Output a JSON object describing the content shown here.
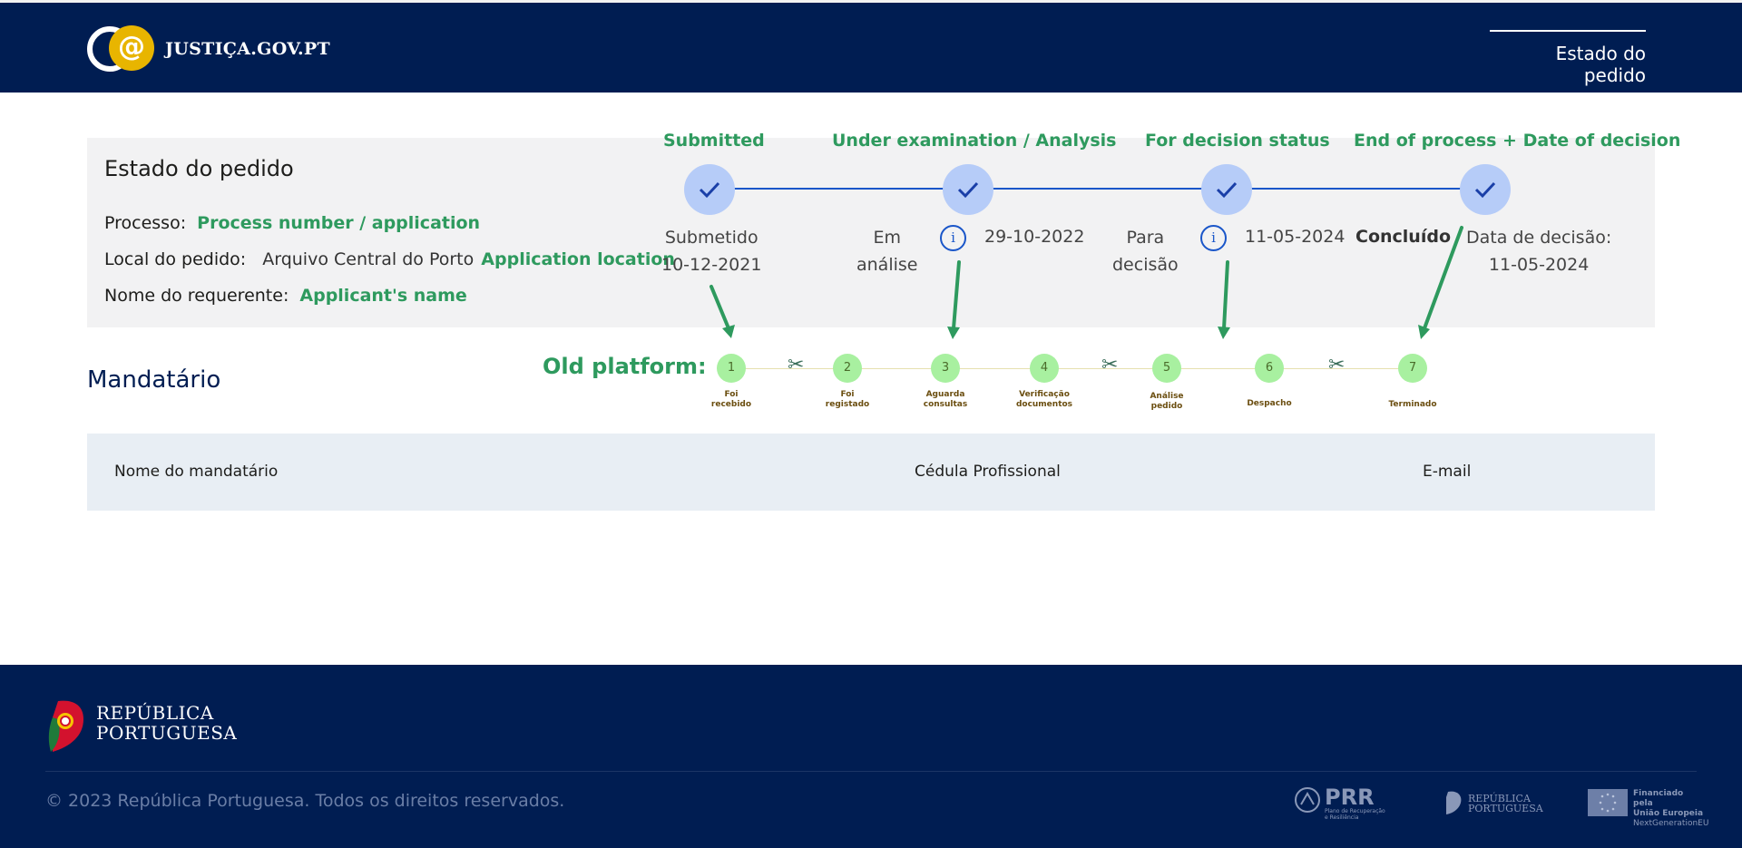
{
  "header": {
    "logo_symbol": "@",
    "logo_text": "JUSTIÇA.GOV.PT",
    "nav_link": "Estado do pedido"
  },
  "status": {
    "title": "Estado do pedido",
    "process_label": "Processo:",
    "process_annotation": "Process number / application",
    "location_label": "Local do pedido:",
    "location_value": "Arquivo Central do Porto",
    "location_annotation": "Application location",
    "applicant_label": "Nome do requerente:",
    "applicant_annotation": "Applicant's name",
    "steps": [
      {
        "heading": "Submitted",
        "label": "Submetido",
        "date": "10-12-2021"
      },
      {
        "heading": "Under examination / Analysis",
        "label_line1": "Em",
        "label_line2": "análise",
        "date": "29-10-2022"
      },
      {
        "heading": "For decision status",
        "label_line1": "Para",
        "label_line2": "decisão",
        "date": "11-05-2024"
      },
      {
        "heading": "End of process + Date of decision",
        "label": "Concluído",
        "decision_label": "Data de decisão:",
        "date": "11-05-2024"
      }
    ]
  },
  "old_platform": {
    "label": "Old platform:",
    "steps": [
      {
        "n": "1",
        "line1": "Foi",
        "line2": "recebido"
      },
      {
        "n": "2",
        "line1": "Foi",
        "line2": "registado"
      },
      {
        "n": "3",
        "line1": "Aguarda",
        "line2": "consultas"
      },
      {
        "n": "4",
        "line1": "Verificação",
        "line2": "documentos"
      },
      {
        "n": "5",
        "line1": "Análise",
        "line2": "pedido"
      },
      {
        "n": "6",
        "line1": "Despacho",
        "line2": ""
      },
      {
        "n": "7",
        "line1": "Terminado",
        "line2": ""
      }
    ]
  },
  "mandatario": {
    "title": "Mandatário",
    "col_name": "Nome do mandatário",
    "col_cedula": "Cédula Profissional",
    "col_email": "E-mail"
  },
  "footer": {
    "rp_line1": "REPÚBLICA",
    "rp_line2": "PORTUGUESA",
    "copyright": "© 2023 República Portuguesa. Todos os direitos reservados.",
    "prr_big": "PRR",
    "prr_small": "Plano de Recuperação e Resiliência",
    "rp_small_line1": "REPÚBLICA",
    "rp_small_line2": "PORTUGUESA",
    "eu_line1": "Financiado pela",
    "eu_line2": "União Europeia",
    "eu_line3": "NextGenerationEU"
  },
  "colors": {
    "navy": "#001d52",
    "annotation_green": "#2e9a5e",
    "progress_blue": "#1a56c9",
    "step_circle": "#b6ccf8"
  }
}
